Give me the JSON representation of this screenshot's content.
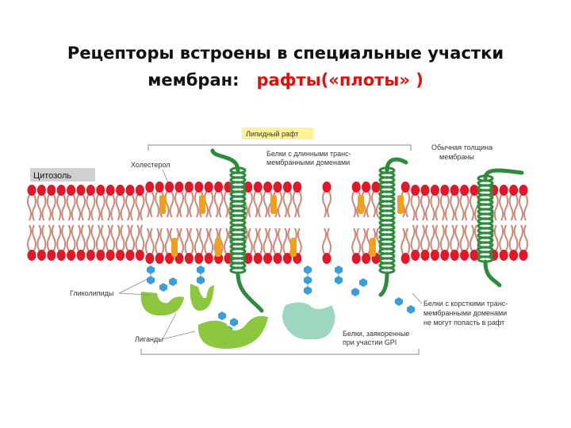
{
  "title": {
    "line1": "Рецепторы встроены в специальные участки",
    "line2_main": "мембран:",
    "line2_accent": "рафты(«плоты» )",
    "accent_color": "#e01010"
  },
  "labels": {
    "raft": "Липидный рафт",
    "cytosol": "Цитозоль",
    "cholesterol": "Холестерол",
    "long_proteins_1": "Белки с длинными транс-",
    "long_proteins_2": "мембранными доменами",
    "normal_thickness_1": "Обычная толщина",
    "normal_thickness_2": "мембраны",
    "glycolipids": "Гликолипиды",
    "ligands": "Лиганды",
    "gpi_1": "Белки, заякоренные",
    "gpi_2": "при участии GPI",
    "short_proteins_1": "Белки с корсткими транс-",
    "short_proteins_2": "мембранными доменами",
    "short_proteins_3": "не могут попасть в рафт"
  },
  "colors": {
    "lipid_head": "#e0192a",
    "lipid_tail": "#c98a7a",
    "cholesterol": "#f0a020",
    "protein": "#2e8a3c",
    "ligand": "#8dc63f",
    "gpi_protein": "#9fd6c0",
    "sugar": "#3a9fd6",
    "raft_label_bg": "#fff29a",
    "cytosol_bg": "#d0d0d0"
  }
}
